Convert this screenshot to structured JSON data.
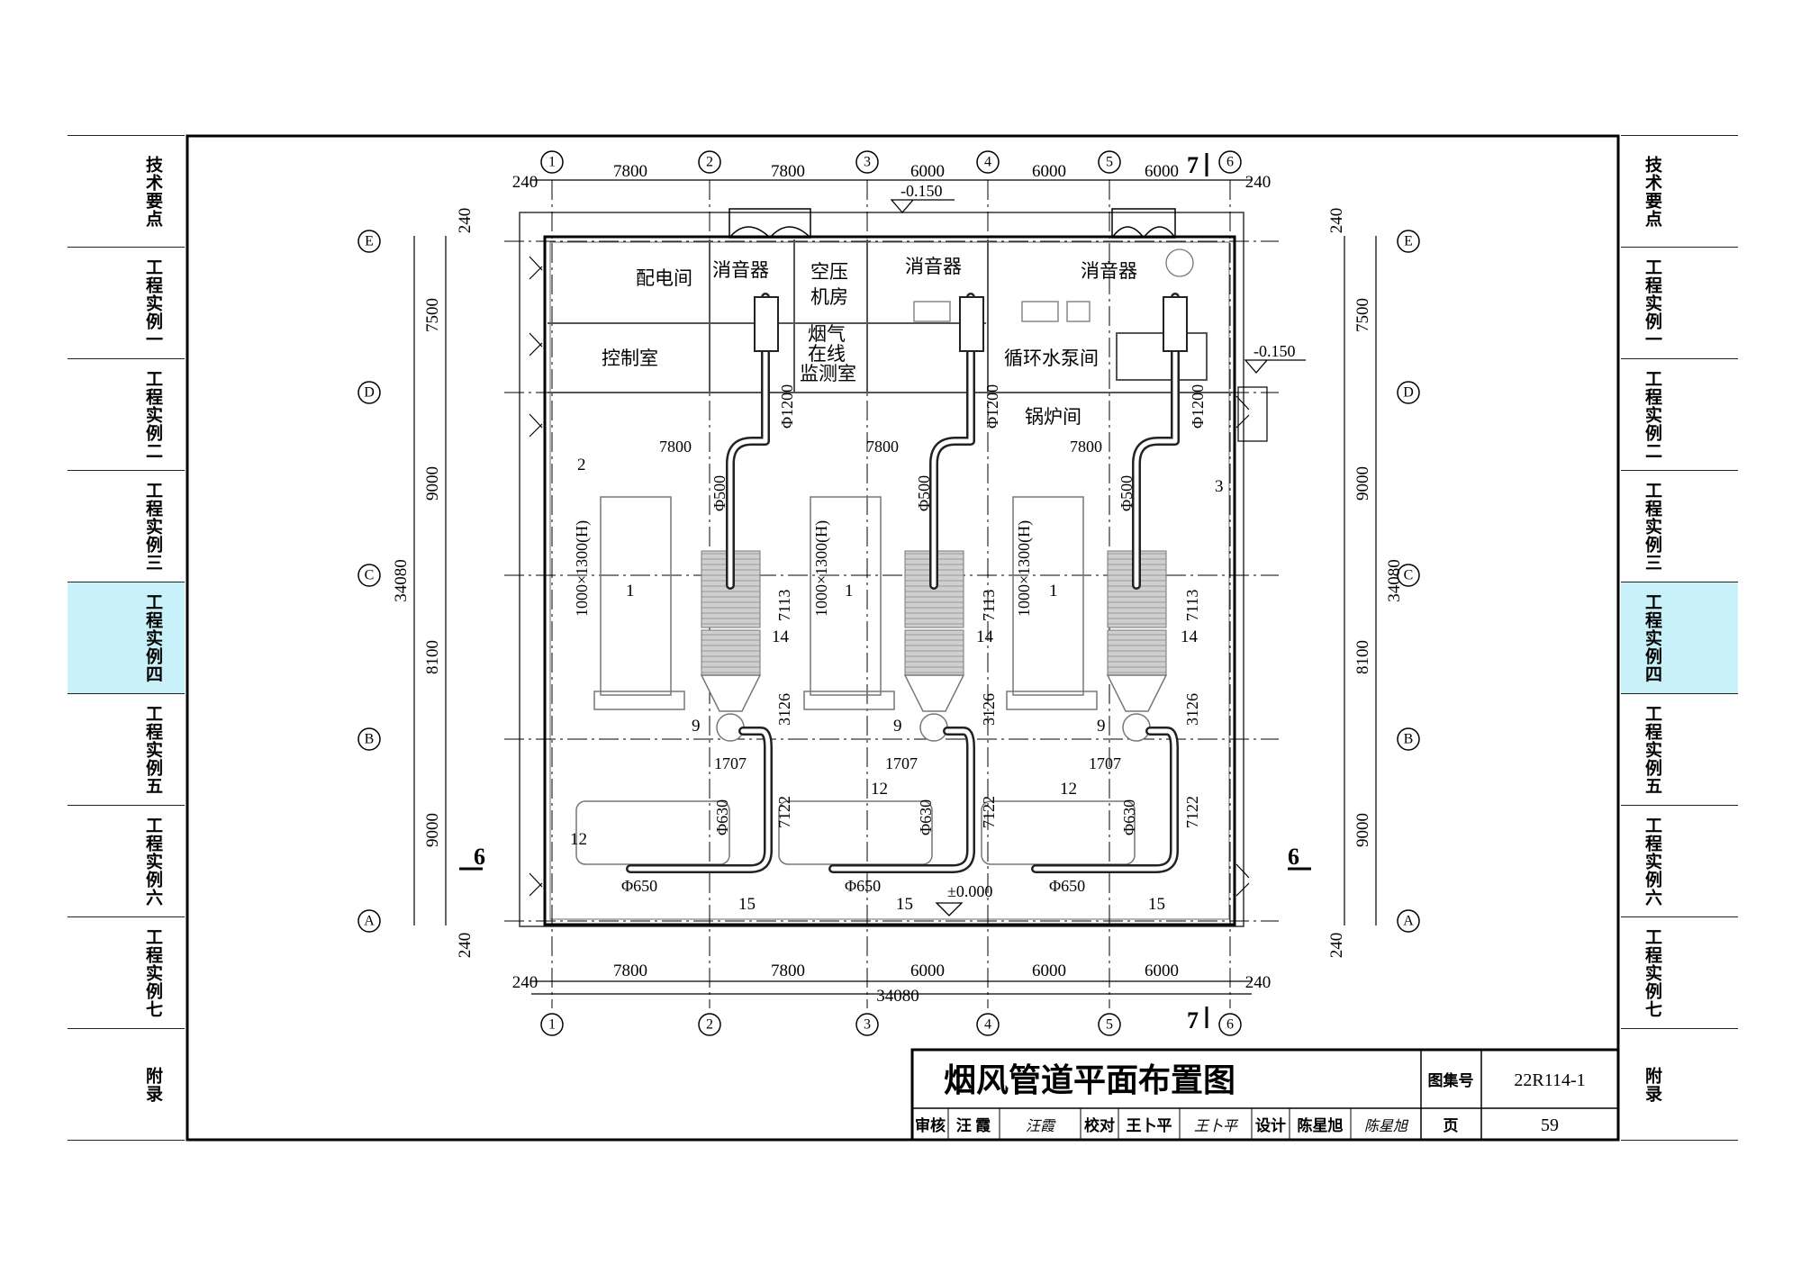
{
  "nav_tabs": [
    "技术要点",
    "工程实例一",
    "工程实例二",
    "工程实例三",
    "工程实例四",
    "工程实例五",
    "工程实例六",
    "工程实例七",
    "附录"
  ],
  "active_tab": 4,
  "accent_color": "#c9f1f9",
  "grid": {
    "col_labels": [
      "1",
      "2",
      "3",
      "4",
      "5",
      "6"
    ],
    "row_labels": [
      "E",
      "D",
      "C",
      "B",
      "A"
    ],
    "col_spacings": [
      "7800",
      "7800",
      "6000",
      "6000",
      "6000"
    ],
    "row_spacings": [
      "7500",
      "9000",
      "8100",
      "9000"
    ],
    "edge": "240",
    "total": "34080"
  },
  "section_marks": {
    "v": "7",
    "h": "6"
  },
  "levels": {
    "top": "-0.150",
    "right": "-0.150",
    "floor": "±0.000"
  },
  "rooms": {
    "power": "配电间",
    "control": "控制室",
    "air_comp_1": "空压",
    "air_comp_2": "机房",
    "cems_1": "烟气",
    "cems_2": "在线",
    "cems_3": "监测室",
    "pump": "循环水泵间",
    "boiler": "锅炉间",
    "silencer": "消音器"
  },
  "dims": {
    "d1200": "Φ1200",
    "d500": "Φ500",
    "d630": "Φ630",
    "d650": "Φ650",
    "duct": "1000×1300(H)",
    "l7113": "7113",
    "l3126": "3126",
    "l1707": "1707",
    "l7122": "7122",
    "l7800": "7800"
  },
  "tags": {
    "t1": "1",
    "t2": "2",
    "t3": "3",
    "t9": "9",
    "t12": "12",
    "t14": "14",
    "t15": "15"
  },
  "title_block": {
    "title": "烟风管道平面布置图",
    "atlas_label": "图集号",
    "atlas_no": "22R114-1",
    "review_label": "审核",
    "reviewer": "汪 霞",
    "review_sign": "汪霞",
    "check_label": "校对",
    "checker": "王卜平",
    "check_sign": "王卜平",
    "design_label": "设计",
    "designer": "陈星旭",
    "design_sign": "陈星旭",
    "page_label": "页",
    "page_no": "59"
  }
}
